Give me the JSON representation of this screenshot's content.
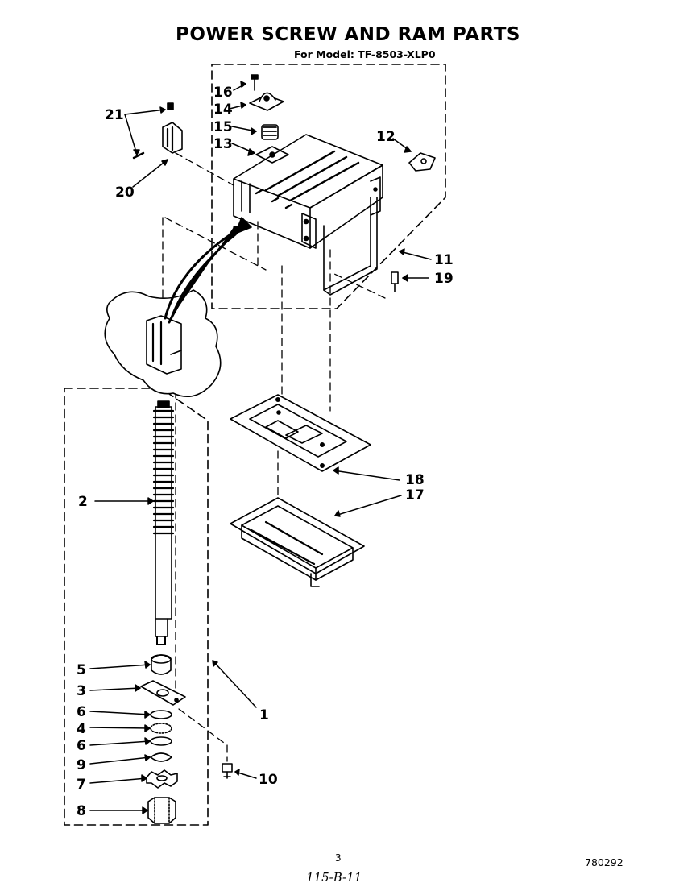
{
  "header": {
    "title": "POWER SCREW AND RAM PARTS",
    "subtitle": "For Model: TF-8503-XLP0"
  },
  "footer": {
    "page_number": "3",
    "doc_code": "780292",
    "handwritten_note": "115-B-11"
  },
  "callouts": {
    "c1": "1",
    "c2": "2",
    "c3": "3",
    "c4": "4",
    "c5": "5",
    "c6a": "6",
    "c6b": "6",
    "c7": "7",
    "c8": "8",
    "c9": "9",
    "c10": "10",
    "c11": "11",
    "c12": "12",
    "c13": "13",
    "c14": "14",
    "c15": "15",
    "c16": "16",
    "c17": "17",
    "c18": "18",
    "c19": "19",
    "c20": "20",
    "c21": "21"
  }
}
